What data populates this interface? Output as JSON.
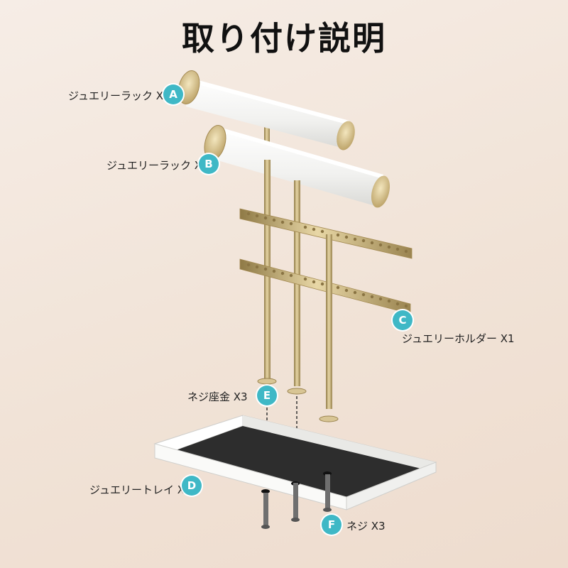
{
  "title": "取り付け説明",
  "parts": {
    "a": {
      "letter": "A",
      "label": "ジュエリーラック X1"
    },
    "b": {
      "letter": "B",
      "label": "ジュエリーラック X1"
    },
    "c": {
      "letter": "C",
      "label": "ジュエリーホルダー X1"
    },
    "d": {
      "letter": "D",
      "label": "ジュエリートレイ X1"
    },
    "e": {
      "letter": "E",
      "label": "ネジ座金 X3"
    },
    "f": {
      "letter": "F",
      "label": "ネジ X3"
    }
  },
  "colors": {
    "accent": "#3fb8c6",
    "gold": "#c9b27a",
    "white_part": "#f7f7f5",
    "tray_bottom": "#2b2b2b"
  }
}
